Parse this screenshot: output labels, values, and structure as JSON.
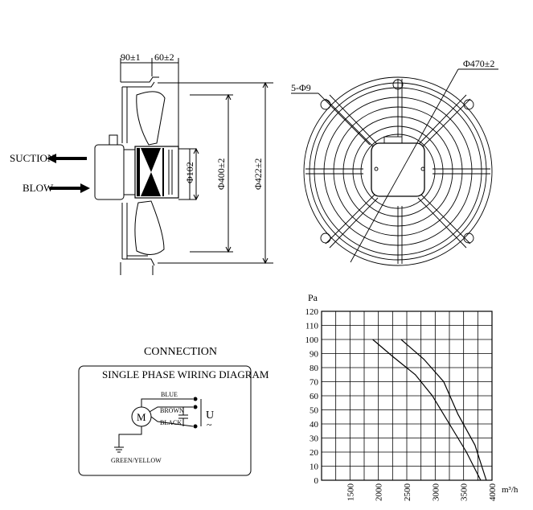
{
  "side_view": {
    "dim_90": "90±1",
    "dim_60": "60±2",
    "dim_phi102": "Φ102",
    "dim_phi400": "Φ400±2",
    "dim_phi422": "Φ422±2",
    "suction_label": "SUCTION",
    "blow_label": "BLOW"
  },
  "front_view": {
    "dim_phi470": "Φ470±2",
    "dim_holes": "5-Φ9"
  },
  "wiring": {
    "connection_title": "CONNECTION",
    "diagram_title": "SINGLE PHASE WIRING DIAGRAM",
    "motor_label": "M",
    "wire_blue": "BLUE",
    "wire_brown": "BROWN",
    "wire_black": "BLACK",
    "wire_ground": "GREEN/YELLOW",
    "voltage_symbol": "U",
    "ac_symbol": "~"
  },
  "chart_data": {
    "type": "line",
    "ylabel": "Pa",
    "xlabel": "m³/h",
    "xlim": [
      1000,
      4000
    ],
    "ylim": [
      0,
      120
    ],
    "x_ticks": [
      "1500",
      "2000",
      "2500",
      "3000",
      "3500",
      "4000"
    ],
    "x_tick_values": [
      1500,
      2000,
      2500,
      3000,
      3500,
      4000
    ],
    "y_ticks": [
      "0",
      "10",
      "20",
      "30",
      "40",
      "50",
      "60",
      "70",
      "80",
      "90",
      "100",
      "110",
      "120"
    ],
    "y_tick_values": [
      0,
      10,
      20,
      30,
      40,
      50,
      60,
      70,
      80,
      90,
      100,
      110,
      120
    ],
    "grid": true,
    "series": [
      {
        "x": [
          1900,
          2250,
          2650,
          2950,
          3250,
          3550,
          3800
        ],
        "y": [
          100,
          88,
          75,
          60,
          40,
          20,
          0
        ]
      },
      {
        "x": [
          2400,
          2800,
          3150,
          3400,
          3700,
          3900
        ],
        "y": [
          100,
          86,
          70,
          47,
          25,
          0
        ]
      }
    ]
  }
}
